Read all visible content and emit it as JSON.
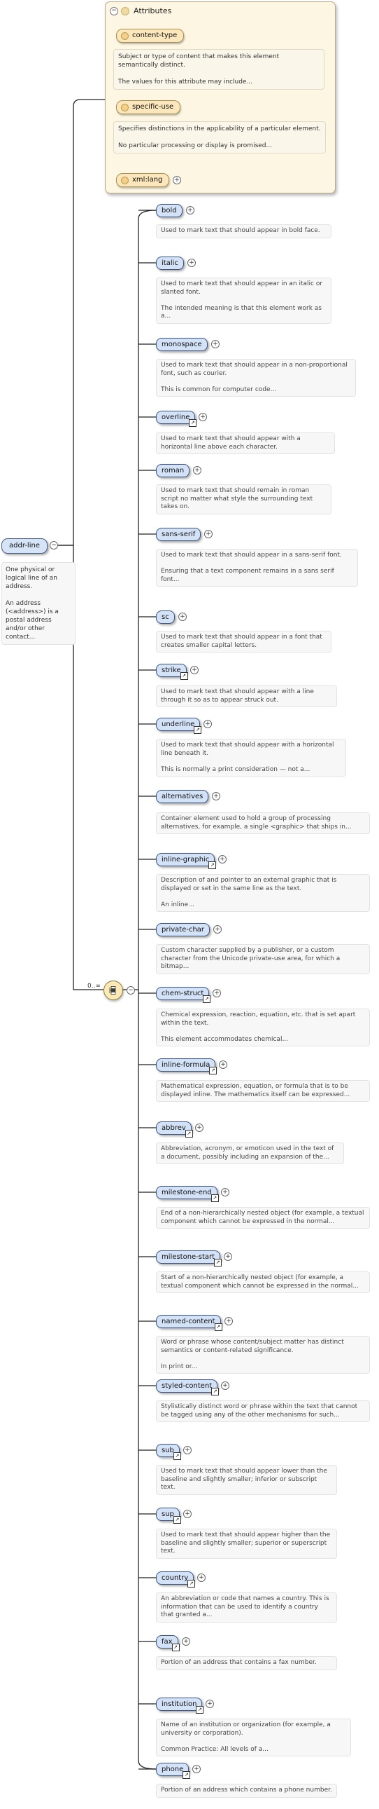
{
  "root": {
    "name": "addr-line",
    "doc": "One physical or logical line of an address.\n\nAn address (<address>) is a postal address and/or other contact..."
  },
  "attributes": {
    "title": "Attributes",
    "items": [
      {
        "name": "content-type",
        "doc": "Subject or type of content that makes this element semantically distinct.\n\nThe values for this attribute may include..."
      },
      {
        "name": "specific-use",
        "doc": "Specifies distinctions in the applicability of a particular element.\n\nNo particular processing or display is promised..."
      },
      {
        "name": "xml:lang",
        "doc": ""
      }
    ]
  },
  "choice": {
    "cardinality": "0..∞"
  },
  "elements": [
    {
      "name": "bold",
      "ref": false,
      "doc": "Used to mark text that should appear in bold face."
    },
    {
      "name": "italic",
      "ref": false,
      "doc": "Used to mark text that should appear in an italic or slanted font.\n\nThe intended meaning is that this element work as a..."
    },
    {
      "name": "monospace",
      "ref": false,
      "doc": "Used to mark text that should appear in a non-proportional font, such as courier.\n\nThis is common for computer code..."
    },
    {
      "name": "overline",
      "ref": true,
      "doc": "Used to mark text that should appear with a horizontal line above each character."
    },
    {
      "name": "roman",
      "ref": false,
      "doc": "Used to mark text that should remain in roman script no matter what style the surrounding text takes on."
    },
    {
      "name": "sans-serif",
      "ref": false,
      "doc": "Used to mark text that should appear in a sans-serif font.\n\nEnsuring that a text component remains in a sans serif font..."
    },
    {
      "name": "sc",
      "ref": false,
      "doc": "Used to mark text that should appear in a font that creates smaller capital letters."
    },
    {
      "name": "strike",
      "ref": true,
      "doc": "Used to mark text that should appear with a line through it so as to appear struck out."
    },
    {
      "name": "underline",
      "ref": true,
      "doc": "Used to mark text that should appear with a horizontal line beneath it.\n\nThis is normally a print consideration — not a..."
    },
    {
      "name": "alternatives",
      "ref": false,
      "doc": "Container element used to hold a group of processing alternatives, for example, a single <graphic> that ships in..."
    },
    {
      "name": "inline-graphic",
      "ref": true,
      "doc": "Description of and pointer to an external graphic that is displayed or set in the same line as the text.\n\nAn inline..."
    },
    {
      "name": "private-char",
      "ref": false,
      "doc": "Custom character supplied by a publisher, or a custom character from the Unicode private-use area, for which a bitmap..."
    },
    {
      "name": "chem-struct",
      "ref": true,
      "doc": "Chemical expression, reaction, equation, etc. that is set apart within the text.\n\nThis element accommodates chemical..."
    },
    {
      "name": "inline-formula",
      "ref": true,
      "doc": "Mathematical expression, equation, or formula that is to be displayed inline. The mathematics itself can be expressed..."
    },
    {
      "name": "abbrev",
      "ref": true,
      "doc": "Abbreviation, acronym, or emoticon used in the text of a document, possibly including an expansion of the..."
    },
    {
      "name": "milestone-end",
      "ref": true,
      "doc": "End of a non-hierarchically nested object (for example, a textual component which cannot be expressed in the normal..."
    },
    {
      "name": "milestone-start",
      "ref": true,
      "doc": "Start of a non-hierarchically nested object (for example, a textual component which cannot be expressed in the normal..."
    },
    {
      "name": "named-content",
      "ref": true,
      "doc": "Word or phrase whose content/subject matter has distinct semantics or content-related significance.\n\nIn print or..."
    },
    {
      "name": "styled-content",
      "ref": true,
      "doc": "Stylistically distinct word or phrase within the text that cannot be tagged using any of the other mechanisms for such..."
    },
    {
      "name": "sub",
      "ref": true,
      "doc": "Used to mark text that should appear lower than the baseline and slightly smaller; inferior or subscript text."
    },
    {
      "name": "sup",
      "ref": true,
      "doc": "Used to mark text that should appear higher than the baseline and slightly smaller; superior or superscript text."
    },
    {
      "name": "country",
      "ref": true,
      "doc": "An abbreviation or code that names a country. This is information that can be used to identify a country that granted a..."
    },
    {
      "name": "fax",
      "ref": true,
      "doc": "Portion of an address that contains a fax number."
    },
    {
      "name": "institution",
      "ref": true,
      "doc": "Name of an institution or organization (for example, a university or corporation).\n\nCommon Practice: All levels of a..."
    },
    {
      "name": "phone",
      "ref": true,
      "doc": "Portion of an address which contains a phone number."
    }
  ]
}
